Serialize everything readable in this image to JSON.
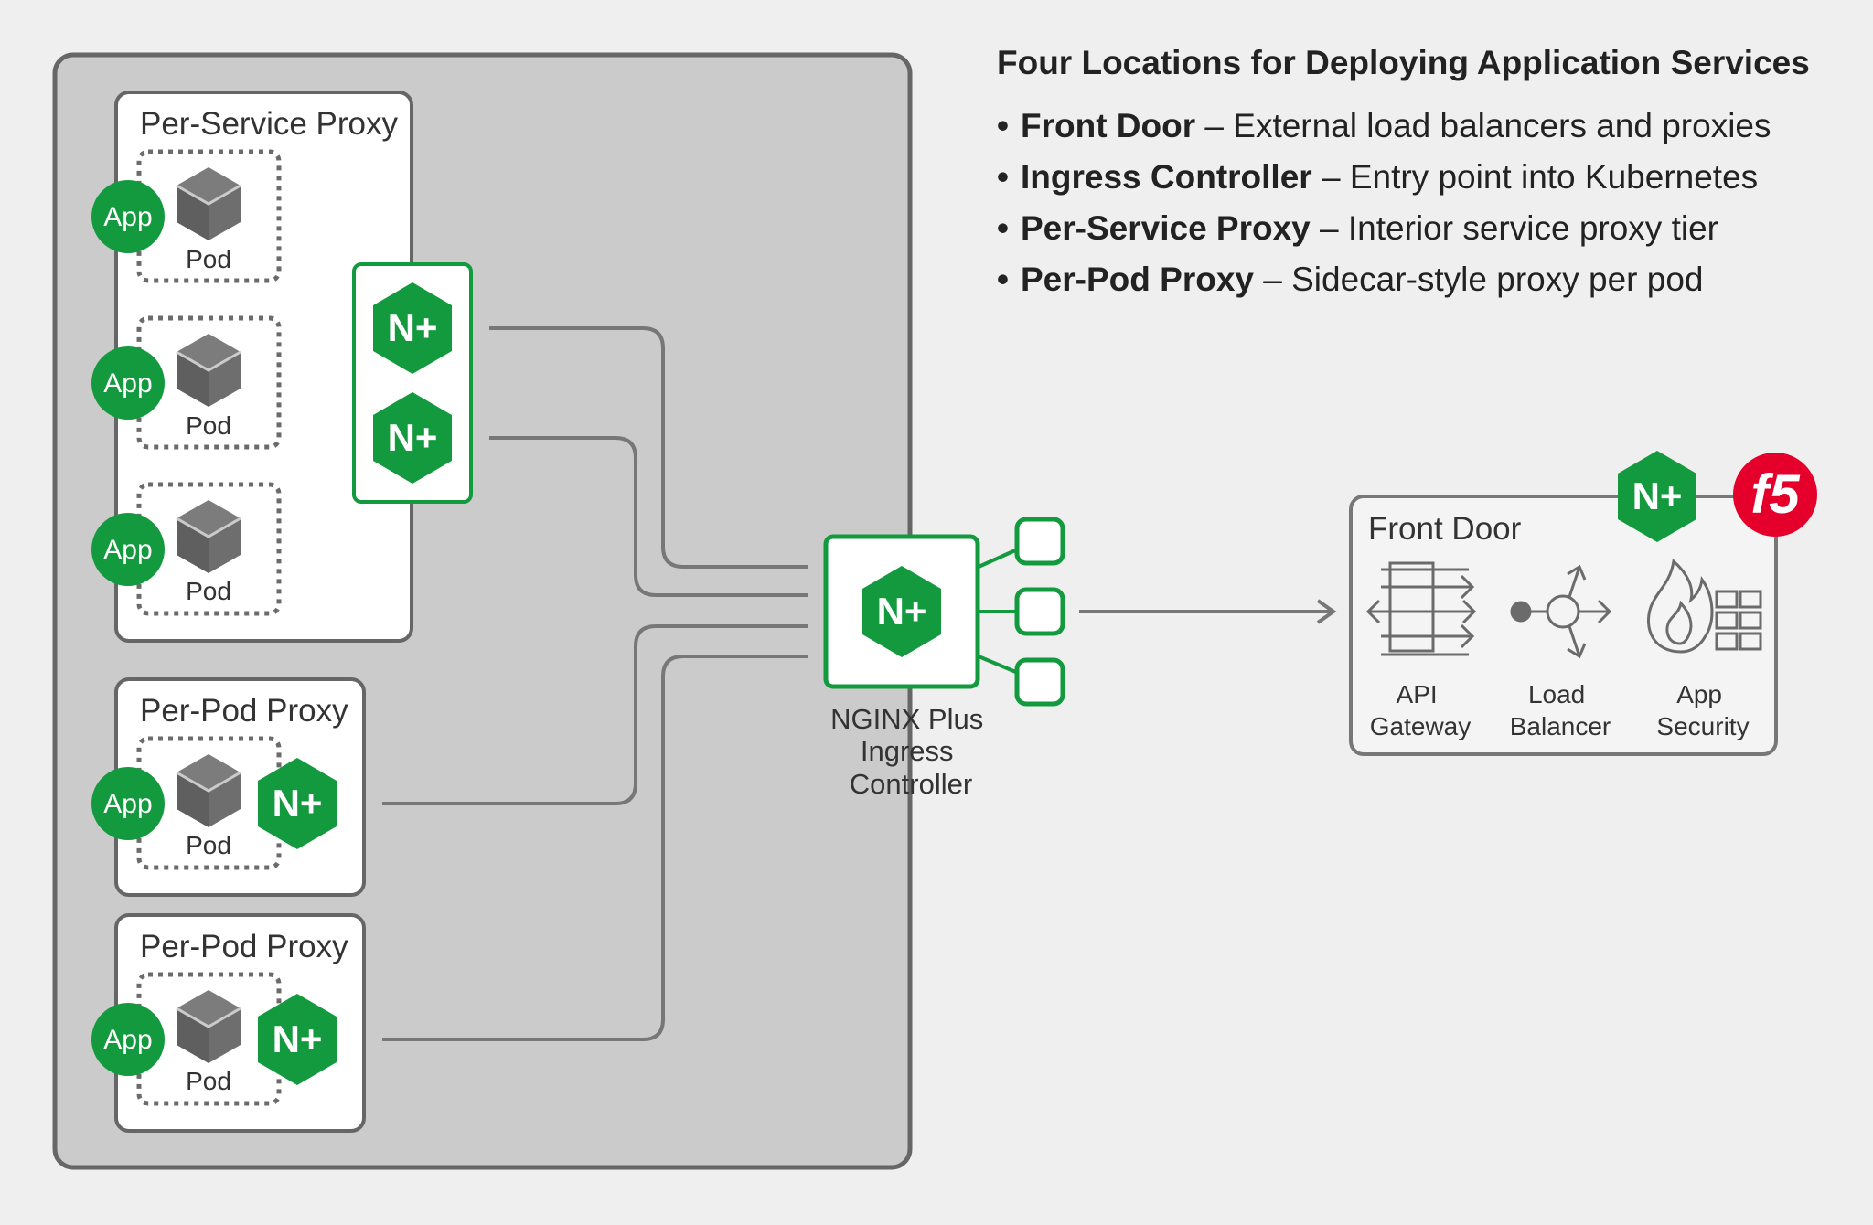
{
  "header": {
    "title": "Four Locations for Deploying Application Services",
    "items": [
      {
        "term": "Front Door",
        "desc": " – External load balancers and proxies"
      },
      {
        "term": "Ingress Controller",
        "desc": " – Entry point into Kubernetes"
      },
      {
        "term": "Per-Service Proxy",
        "desc": " – Interior service proxy tier"
      },
      {
        "term": "Per-Pod Proxy",
        "desc": " – Sidecar-style proxy per pod"
      }
    ]
  },
  "cluster": {
    "per_service": {
      "title": "Per-Service Proxy",
      "pods": [
        {
          "app": "App",
          "pod": "Pod"
        },
        {
          "app": "App",
          "pod": "Pod"
        },
        {
          "app": "App",
          "pod": "Pod"
        }
      ]
    },
    "per_pod_1": {
      "title": "Per-Pod Proxy",
      "app": "App",
      "pod": "Pod"
    },
    "per_pod_2": {
      "title": "Per-Pod Proxy",
      "app": "App",
      "pod": "Pod"
    },
    "ingress": {
      "label_lines": [
        "NGINX Plus",
        "Ingress",
        "Controller"
      ]
    }
  },
  "nplus": {
    "label": "N+"
  },
  "front_door": {
    "title": "Front Door",
    "services": [
      {
        "icon": "api-gateway-icon",
        "lines": [
          "API",
          "Gateway"
        ]
      },
      {
        "icon": "load-balancer-icon",
        "lines": [
          "Load",
          "Balancer"
        ]
      },
      {
        "icon": "app-security-icon",
        "lines": [
          "App",
          "Security"
        ]
      }
    ],
    "f5_logo": "f5"
  },
  "colors": {
    "green": "#139a3f",
    "dark_green": "#0b7a31",
    "cluster_bg": "#cbcbcb",
    "outline": "#666666",
    "cube": "#6b6b6b",
    "f5_red": "#e4002b"
  }
}
